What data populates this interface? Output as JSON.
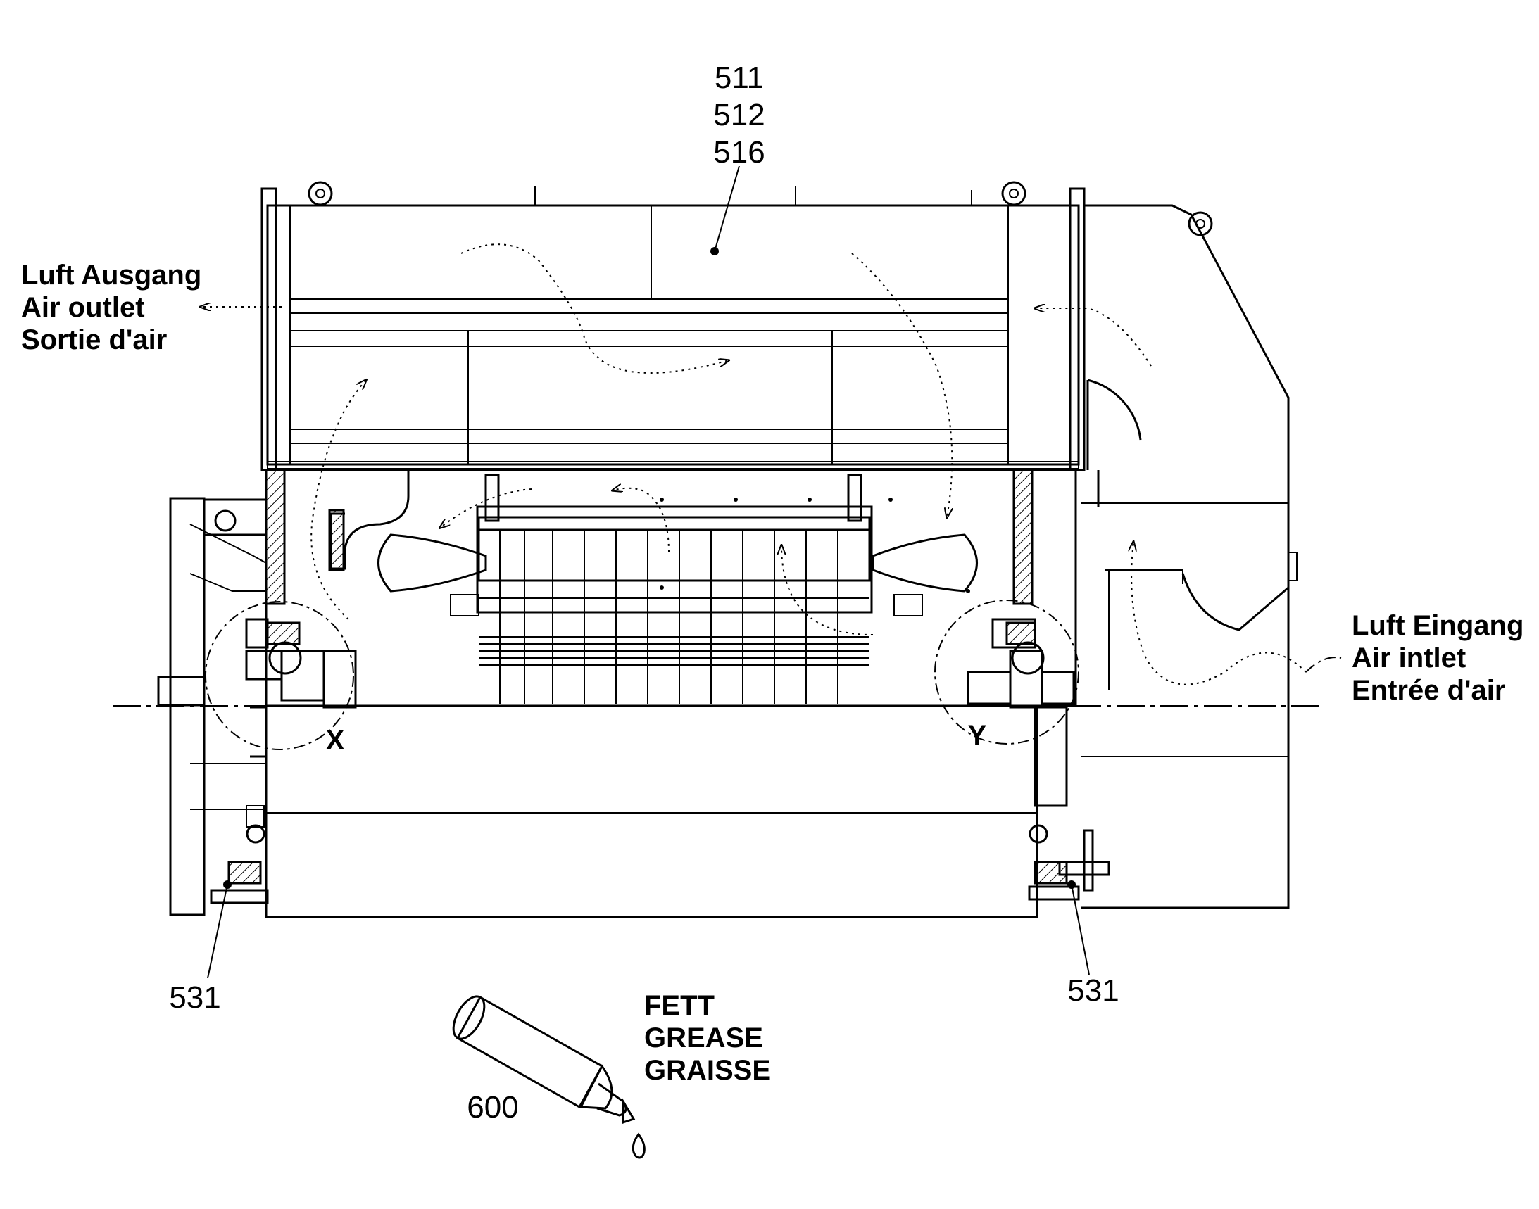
{
  "callouts": {
    "top_stack": [
      "511",
      "512",
      "516"
    ],
    "bearing_left": "531",
    "bearing_right": "531",
    "grease_tube": "600"
  },
  "detail_markers": {
    "left": "X",
    "right": "Y"
  },
  "air_outlet": [
    "Luft Ausgang",
    "Air outlet",
    "Sortie d'air"
  ],
  "air_inlet": [
    "Luft Eingang",
    "Air intlet",
    "Entrée d'air"
  ],
  "grease": [
    "FETT",
    "GREASE",
    "GRAISSE"
  ]
}
